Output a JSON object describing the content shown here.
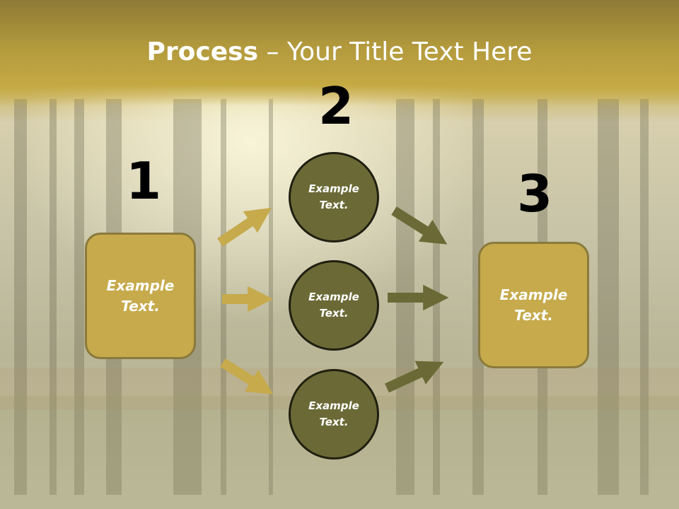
{
  "title": {
    "bold": "Process",
    "rest": " – Your Title Text Here"
  },
  "steps": [
    {
      "number": "1",
      "text": "Example\nText."
    },
    {
      "number": "2",
      "items": [
        "Example\nText.",
        "Example\nText.",
        "Example\nText."
      ]
    },
    {
      "number": "3",
      "text": "Example\nText."
    }
  ],
  "colors": {
    "box_fill": "#c6aa4c",
    "circle_fill": "#6b6a37",
    "arrow_gold": "#c6aa4c",
    "arrow_olive": "#6b6a37"
  }
}
